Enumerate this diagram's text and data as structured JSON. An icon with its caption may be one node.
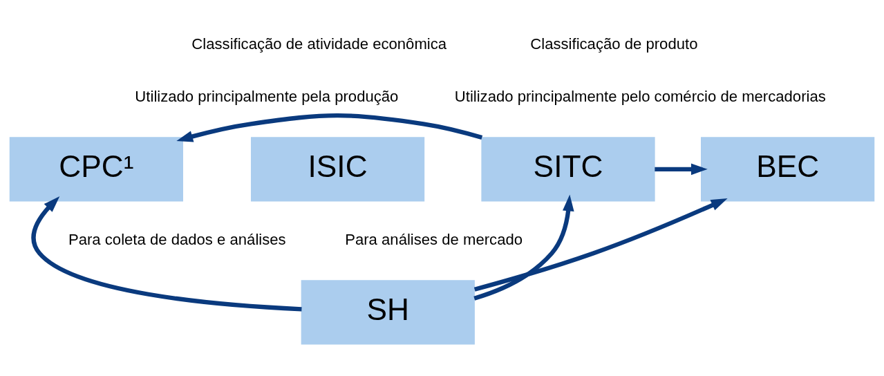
{
  "diagram": {
    "nodes": [
      {
        "text": [
          "ISIC"
        ]
      },
      {
        "text": [
          "CPC¹"
        ]
      },
      {
        "text": [
          "SITC"
        ]
      },
      {
        "text": [
          "BEC"
        ]
      },
      {
        "text": [
          "SH"
        ]
      }
    ],
    "edges": [
      {
        "from": 2,
        "to": 1,
        "arrow": "to"
      },
      {
        "from": 2,
        "to": 3,
        "arrow": "to"
      },
      {
        "from": 4,
        "to": 1,
        "arrow": "to"
      },
      {
        "from": 4,
        "to": 2,
        "arrow": "to"
      },
      {
        "from": 4,
        "to": 3,
        "arrow": "to"
      }
    ],
    "labels": [
      "Classificação de atividade econômica",
      "Classificação de produto",
      "Utilizado principalmente pela produção",
      "Utilizado principalmente pelo comércio de mercadorias",
      "Para análises de mercado",
      "Para coleta de dados e análises"
    ]
  }
}
